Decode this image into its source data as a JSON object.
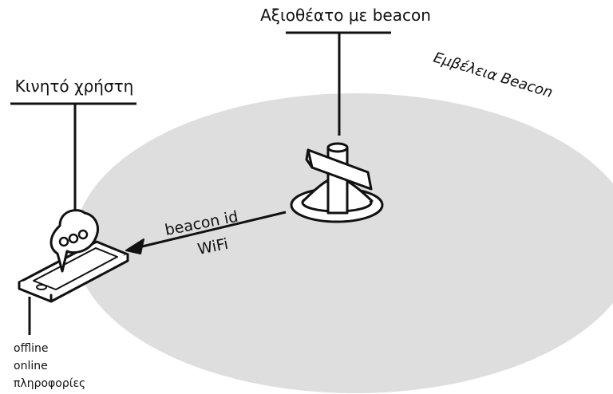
{
  "labels": {
    "landmark": "Αξιοθέατο με beacon",
    "user_phone": "Κινητό χρήστη",
    "range": "Εμβέλεια Beacon",
    "signal_line1": "beacon id",
    "signal_line2": "WiFi",
    "info_line1": "offline",
    "info_line2": "online",
    "info_line3": "πληροφορίες"
  },
  "colors": {
    "range_fill": "#dedede",
    "stroke": "#111111",
    "device_fill": "#ffffff"
  },
  "icons": [
    "phone-icon",
    "chat-bubble-icon",
    "beacon-signpost-icon",
    "arrow-icon"
  ]
}
